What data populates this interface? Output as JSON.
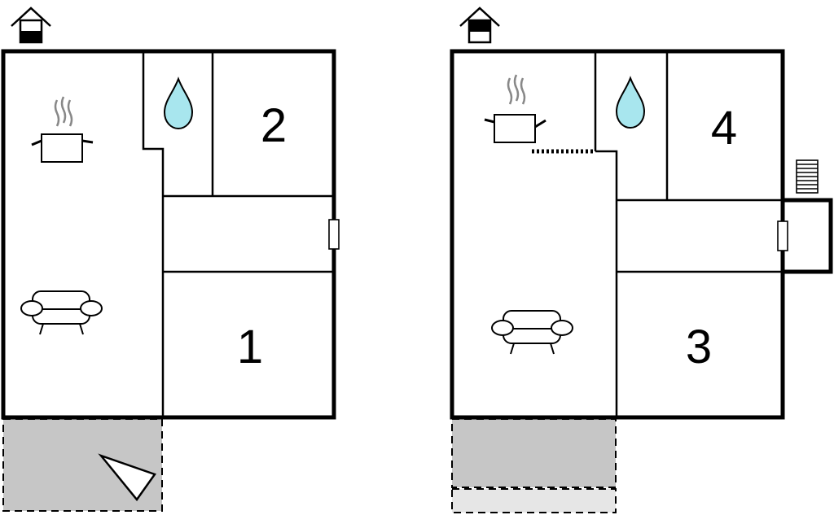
{
  "floor_plans": [
    {
      "level_icon": "house-icon-ground-floor",
      "rooms": [
        {
          "kind": "kitchen-living",
          "icons": [
            "cooking-pot-icon",
            "sofa-icon"
          ]
        },
        {
          "kind": "bathroom",
          "icons": [
            "water-drop-icon"
          ]
        },
        {
          "kind": "bedroom",
          "label": "2"
        },
        {
          "kind": "hallway"
        },
        {
          "kind": "bedroom",
          "label": "1"
        },
        {
          "kind": "terrace",
          "icons": [
            "pennant-flag-icon"
          ]
        }
      ]
    },
    {
      "level_icon": "house-icon-first-floor",
      "rooms": [
        {
          "kind": "kitchen-living",
          "icons": [
            "cooking-pot-icon",
            "sofa-icon"
          ]
        },
        {
          "kind": "bathroom",
          "icons": [
            "water-drop-icon"
          ]
        },
        {
          "kind": "bedroom",
          "label": "4"
        },
        {
          "kind": "hallway"
        },
        {
          "kind": "bedroom",
          "label": "3"
        },
        {
          "kind": "stairs",
          "icons": [
            "stairs-icon"
          ]
        },
        {
          "kind": "balcony"
        }
      ]
    }
  ],
  "colors": {
    "wall": "#000000",
    "water": "#a8e6ee",
    "terrace": "#c6c6c6",
    "terrace_light": "#e6e6e6"
  }
}
